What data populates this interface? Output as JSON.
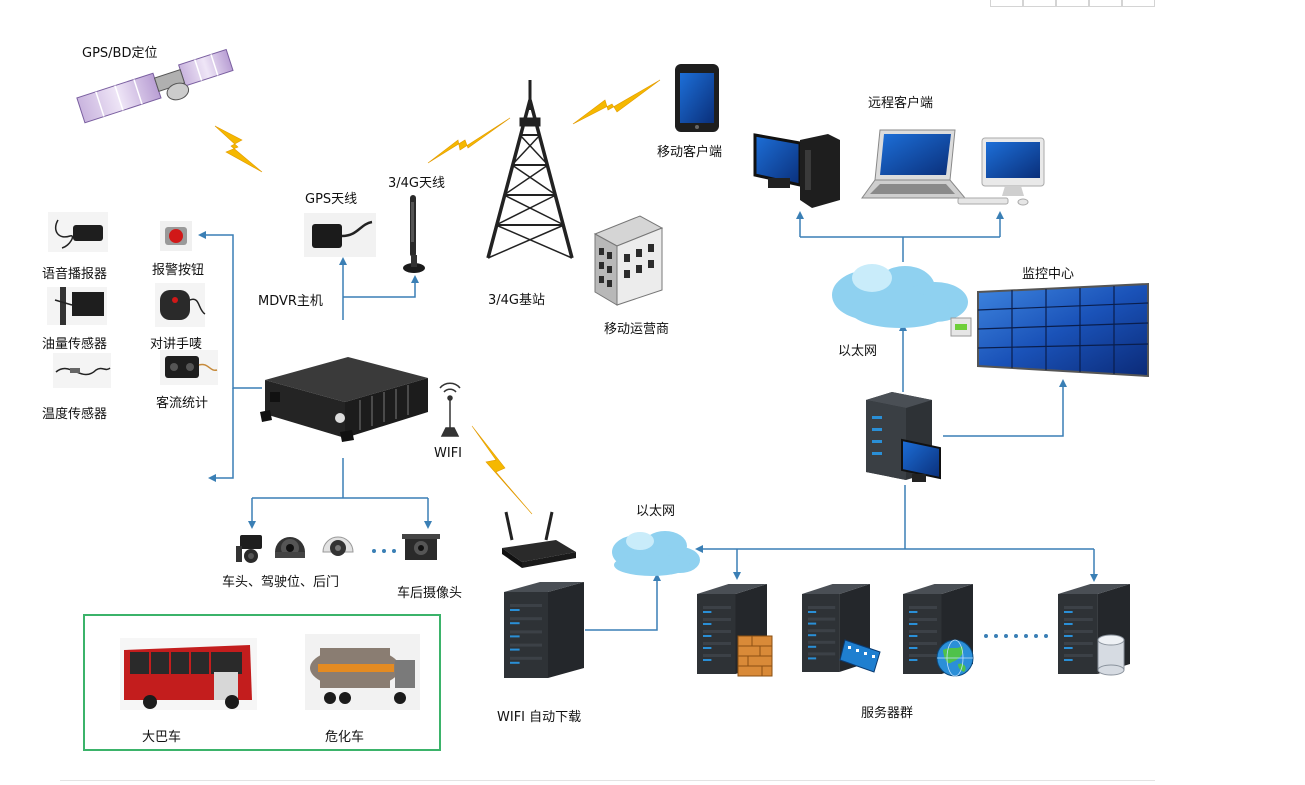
{
  "labels": {
    "gps_bd": "GPS/BD定位",
    "gps_antenna": "GPS天线",
    "antenna_3g4g": "3/4G天线",
    "base_station": "3/4G基站",
    "mobile_client": "移动客户端",
    "remote_client": "远程客户端",
    "mobile_operator": "移动运营商",
    "mdvr_host": "MDVR主机",
    "monitor_center": "监控中心",
    "ethernet_top": "以太网",
    "ethernet_mid": "以太网",
    "voice_announcer": "语音播报器",
    "alarm_button": "报警按钮",
    "fuel_sensor": "油量传感器",
    "intercom_mic": "对讲手唛",
    "temp_sensor": "温度传感器",
    "passenger_counter": "客流统计",
    "wifi": "WIFI",
    "cameras_front": "车头、驾驶位、后门",
    "rear_camera": "车后摄像头",
    "wifi_download": "WIFI 自动下载",
    "server_group": "服务器群",
    "bus": "大巴车",
    "hazmat_truck": "危化车"
  },
  "colors": {
    "connector": "#3a7fb5",
    "signal": "#f5b800",
    "server_body": "#2e3236",
    "cloud": "#8fd1f0",
    "vehicle_frame": "#3bb36a"
  }
}
